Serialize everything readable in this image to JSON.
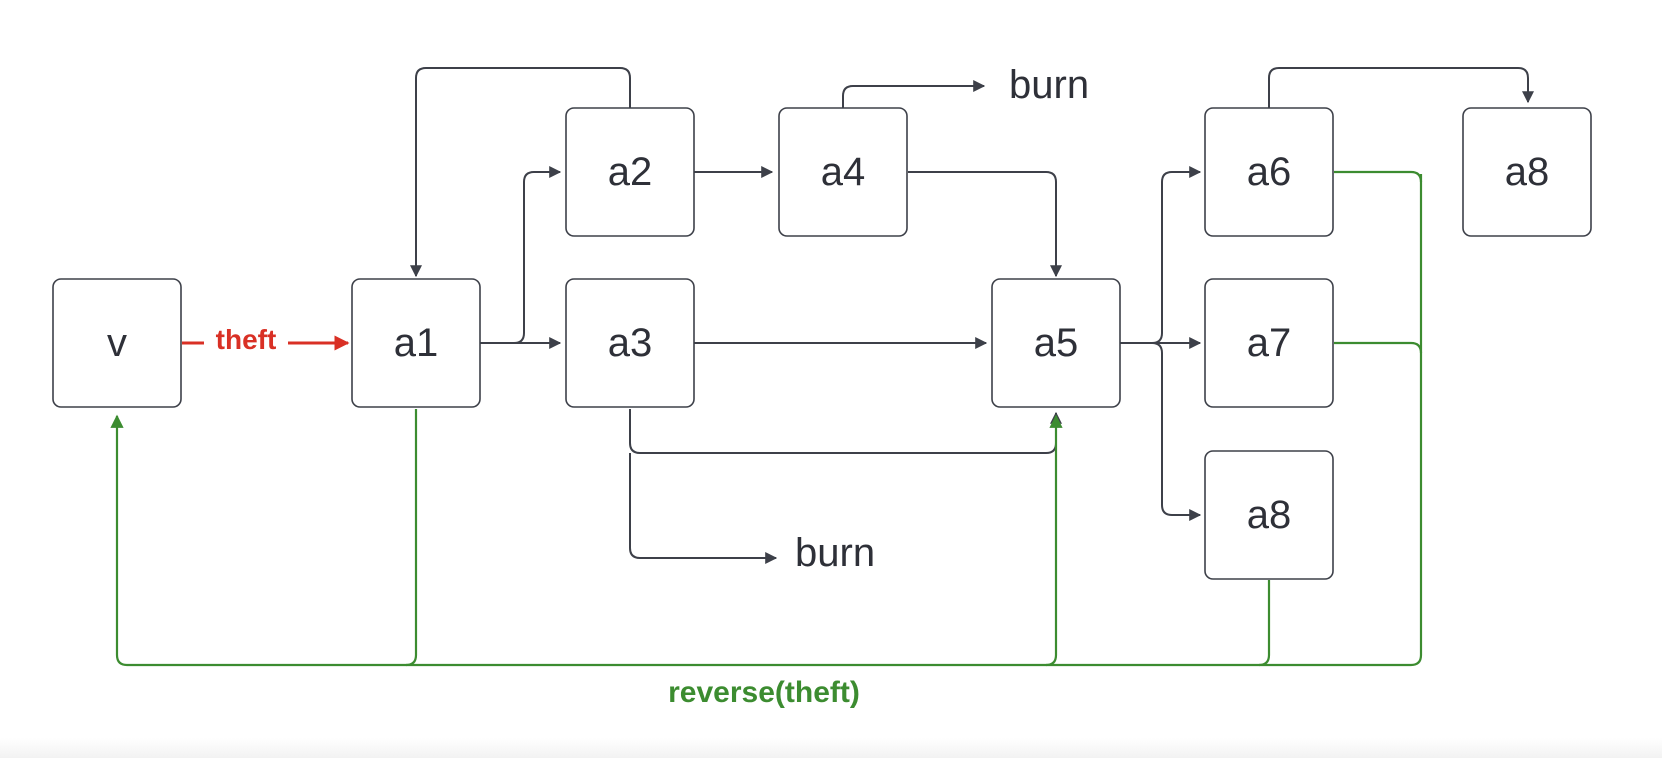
{
  "diagram": {
    "nodes": {
      "v": "v",
      "a1": "a1",
      "a2": "a2",
      "a3": "a3",
      "a4": "a4",
      "a5": "a5",
      "a6": "a6",
      "a7": "a7",
      "a8_top": "a8",
      "a8_bottom": "a8"
    },
    "labels": {
      "theft": "theft",
      "burn_top": "burn",
      "burn_bottom": "burn",
      "reverse": "reverse(theft)"
    },
    "colors": {
      "node_stroke": "#3d4049",
      "edge": "#3d4049",
      "theft": "#d93025",
      "reverse": "#3c8c30"
    }
  }
}
